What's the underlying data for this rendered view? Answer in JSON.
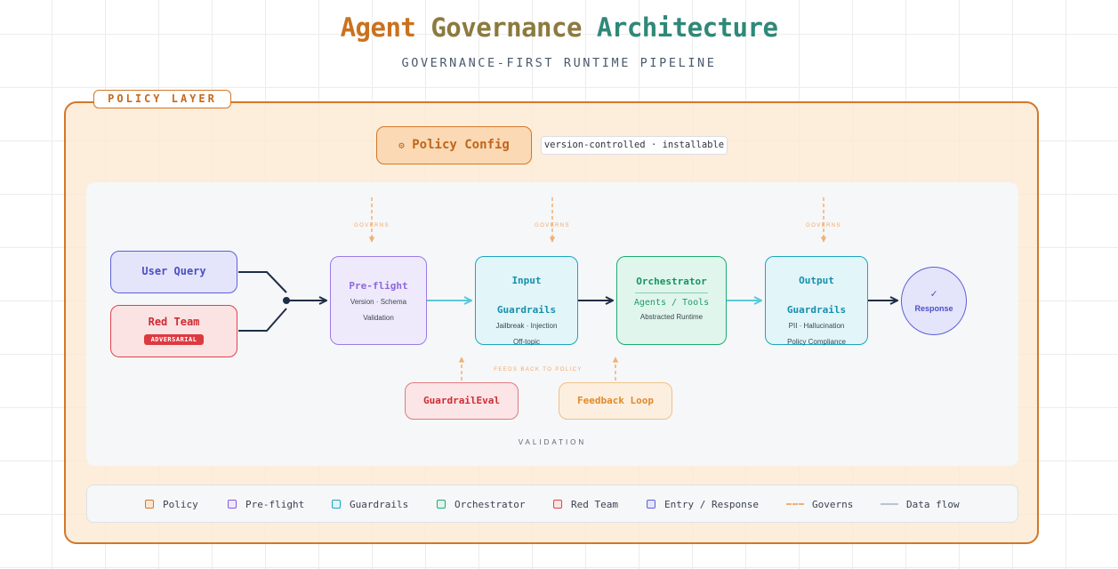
{
  "title": {
    "text": "Agent Governance Architecture",
    "gradient": [
      "#c9721e",
      "#4d8a68",
      "#0a8aa0"
    ]
  },
  "subtitle": "GOVERNANCE-FIRST RUNTIME PIPELINE",
  "policy_layer": {
    "label": "POLICY LAYER",
    "color": "#d2772a"
  },
  "policy_config": {
    "icon": "gear-icon",
    "label": "Policy Config",
    "note": "version-controlled · installable"
  },
  "governs_label": "GOVERNS",
  "nodes": {
    "user_query": {
      "title": "User Query"
    },
    "red_team": {
      "title": "Red Team",
      "badge": "ADVERSARIAL"
    },
    "preflight": {
      "title": "Pre-flight",
      "lines": [
        "Version · Schema",
        "Validation"
      ]
    },
    "input_guardrails": {
      "title": [
        "Input",
        "Guardrails"
      ],
      "lines": [
        "Jailbreak · Injection",
        "Off-topic"
      ]
    },
    "orchestrator": {
      "title": "Orchestrator",
      "sub": "Agents / Tools",
      "line": "Abstracted Runtime"
    },
    "output_guardrails": {
      "title": [
        "Output",
        "Guardrails"
      ],
      "lines": [
        "PII · Hallucination",
        "Policy Compliance"
      ]
    },
    "response": {
      "icon": "check-icon",
      "check": "✓",
      "title": "Response"
    },
    "guardrail_eval": {
      "title": "GuardrailEval"
    },
    "feedback_loop": {
      "title": "Feedback Loop"
    }
  },
  "feeds_back_label": "FEEDS BACK TO POLICY",
  "validation_label": "VALIDATION",
  "legend": [
    {
      "label": "Policy",
      "color": "#d2772a"
    },
    {
      "label": "Pre-flight",
      "color": "#8c5ad8"
    },
    {
      "label": "Guardrails",
      "color": "#1aa6c2"
    },
    {
      "label": "Orchestrator",
      "color": "#1dab72"
    },
    {
      "label": "Red Team",
      "color": "#e0424a"
    },
    {
      "label": "Entry / Response",
      "color": "#5d5fd8"
    },
    {
      "label": "Governs",
      "color": "#f0b070",
      "style": "dashed"
    },
    {
      "label": "Data flow",
      "color": "#b6c4d4",
      "style": "solid"
    }
  ]
}
